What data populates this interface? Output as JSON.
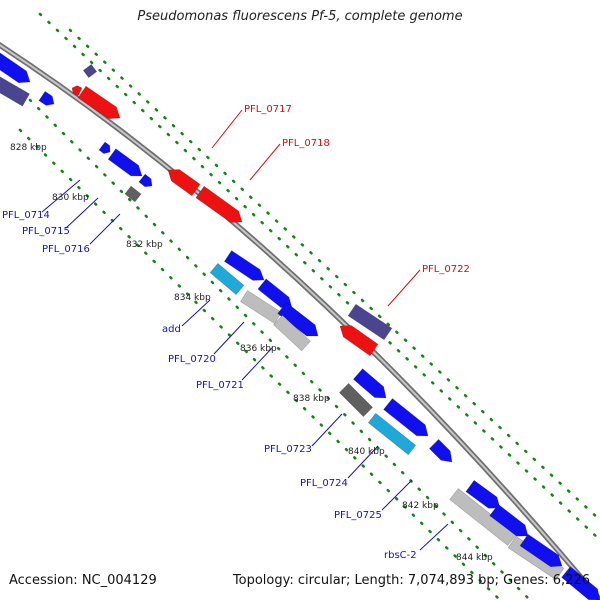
{
  "title": "Pseudomonas fluorescens Pf-5, complete genome",
  "footer": {
    "accession": "Accession: NC_004129",
    "summary": "Topology: circular; Length: 7,074,893 bp; Genes: 6,226"
  },
  "colors": {
    "forward_gene": "#1010ee",
    "reverse_gene": "#ee1111",
    "gene_dark_purple": "#4b4590",
    "gene_gray": "#bdbdbd",
    "gene_dark_gray": "#606060",
    "gene_cyan": "#1ea9d8",
    "backbone": "#8a8a8a",
    "dot_track": "#118811",
    "forward_label": "#1414b4",
    "reverse_label": "#d01010",
    "kbp_label": "#222222"
  },
  "kbp_ticks": [
    "828 kbp",
    "830 kbp",
    "832 kbp",
    "834 kbp",
    "836 kbp",
    "838 kbp",
    "840 kbp",
    "842 kbp",
    "844 kbp"
  ],
  "gene_labels": [
    {
      "text": "PFL_0714",
      "strand": "forward"
    },
    {
      "text": "PFL_0715",
      "strand": "forward"
    },
    {
      "text": "PFL_0716",
      "strand": "forward"
    },
    {
      "text": "PFL_0717",
      "strand": "reverse"
    },
    {
      "text": "PFL_0718",
      "strand": "reverse"
    },
    {
      "text": "add",
      "strand": "forward"
    },
    {
      "text": "PFL_0720",
      "strand": "forward"
    },
    {
      "text": "PFL_0721",
      "strand": "forward"
    },
    {
      "text": "PFL_0722",
      "strand": "reverse"
    },
    {
      "text": "PFL_0723",
      "strand": "forward"
    },
    {
      "text": "PFL_0724",
      "strand": "forward"
    },
    {
      "text": "PFL_0725",
      "strand": "forward"
    },
    {
      "text": "rbsC-2",
      "strand": "forward"
    }
  ]
}
